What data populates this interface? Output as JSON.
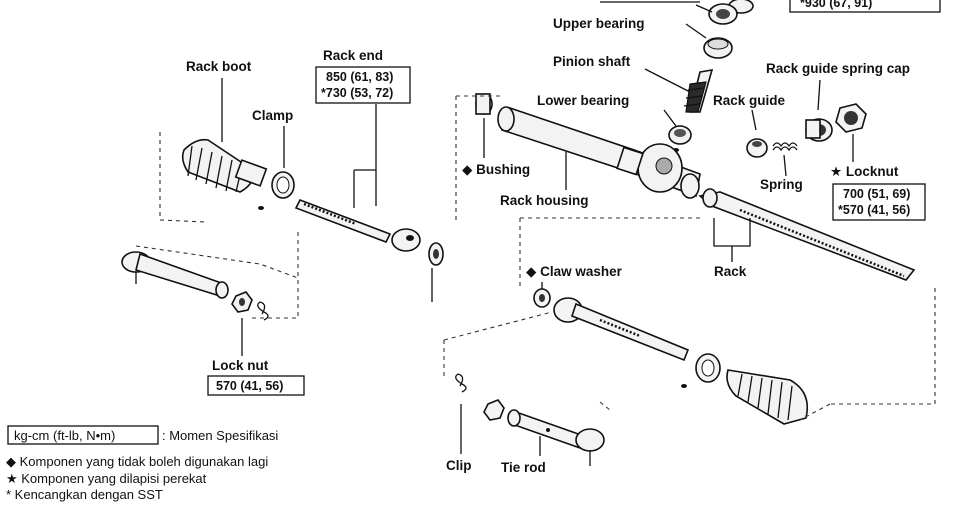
{
  "labels": {
    "top_cut_value": "*930 (67, 91)",
    "upper_bearing": "Upper bearing",
    "pinion_shaft": "Pinion shaft",
    "rack_guide_spring_cap": "Rack guide spring cap",
    "lower_bearing": "Lower bearing",
    "rack_guide": "Rack guide",
    "rack_boot": "Rack boot",
    "rack_end": "Rack end",
    "rack_end_torque": "850 (61, 83)",
    "rack_end_torque_sst": "*730 (53, 72)",
    "clamp": "Clamp",
    "bushing": "Bushing",
    "spring": "Spring",
    "locknut_right": "Locknut",
    "locknut_right_torque": "700 (51, 69)",
    "locknut_right_torque_sst": "*570 (41, 56)",
    "rack_housing": "Rack housing",
    "claw_washer": "Claw washer",
    "rack": "Rack",
    "lock_nut": "Lock nut",
    "lock_nut_torque": "570 (41, 56)",
    "clip": "Clip",
    "tie_rod": "Tie rod"
  },
  "symbols": {
    "diamond": "◆",
    "star": "★"
  },
  "legend": {
    "unit_box": "kg-cm (ft-lb, N•m)",
    "unit_desc": ": Momen Spesifikasi",
    "items": [
      "◆ Komponen yang tidak boleh digunakan lagi",
      "★ Komponen yang dilapisi perekat",
      "* Kencangkan dengan SST"
    ]
  }
}
